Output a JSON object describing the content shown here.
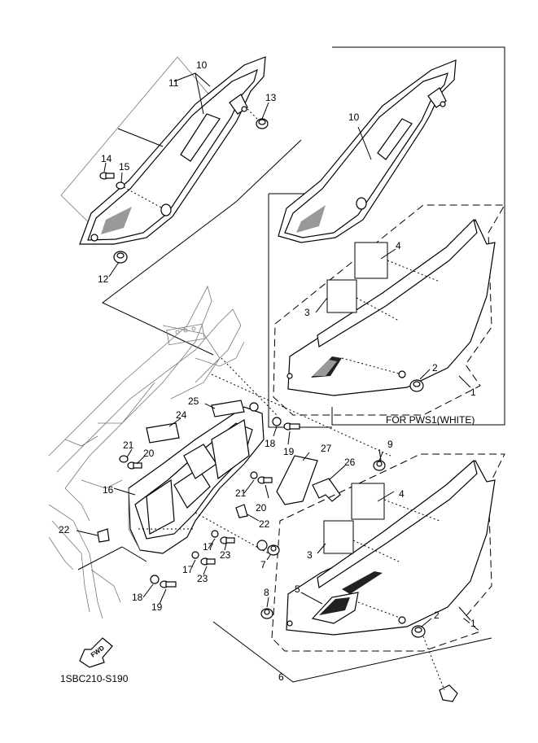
{
  "diagram_code": "1SBC210-S190",
  "inset_caption": "FOR PWS1(WHITE)",
  "fwd_label": "FWD",
  "callouts": {
    "c1a": "1",
    "c1b": "1",
    "c2a": "2",
    "c2b": "2",
    "c3a": "3",
    "c3b": "3",
    "c4a": "4",
    "c4b": "4",
    "c5": "5",
    "c6": "6",
    "c7": "7",
    "c8": "8",
    "c9": "9",
    "c10a": "10",
    "c10b": "10",
    "c11": "11",
    "c12": "12",
    "c13": "13",
    "c14": "14",
    "c15": "15",
    "c16": "16",
    "c17a": "17",
    "c17b": "17",
    "c18a": "18",
    "c18b": "18",
    "c19a": "19",
    "c19b": "19",
    "c20a": "20",
    "c20b": "20",
    "c21a": "21",
    "c21b": "21",
    "c22a": "22",
    "c22b": "22",
    "c23a": "23",
    "c23b": "23",
    "c24": "24",
    "c25": "25",
    "c26": "26",
    "c27": "27"
  }
}
